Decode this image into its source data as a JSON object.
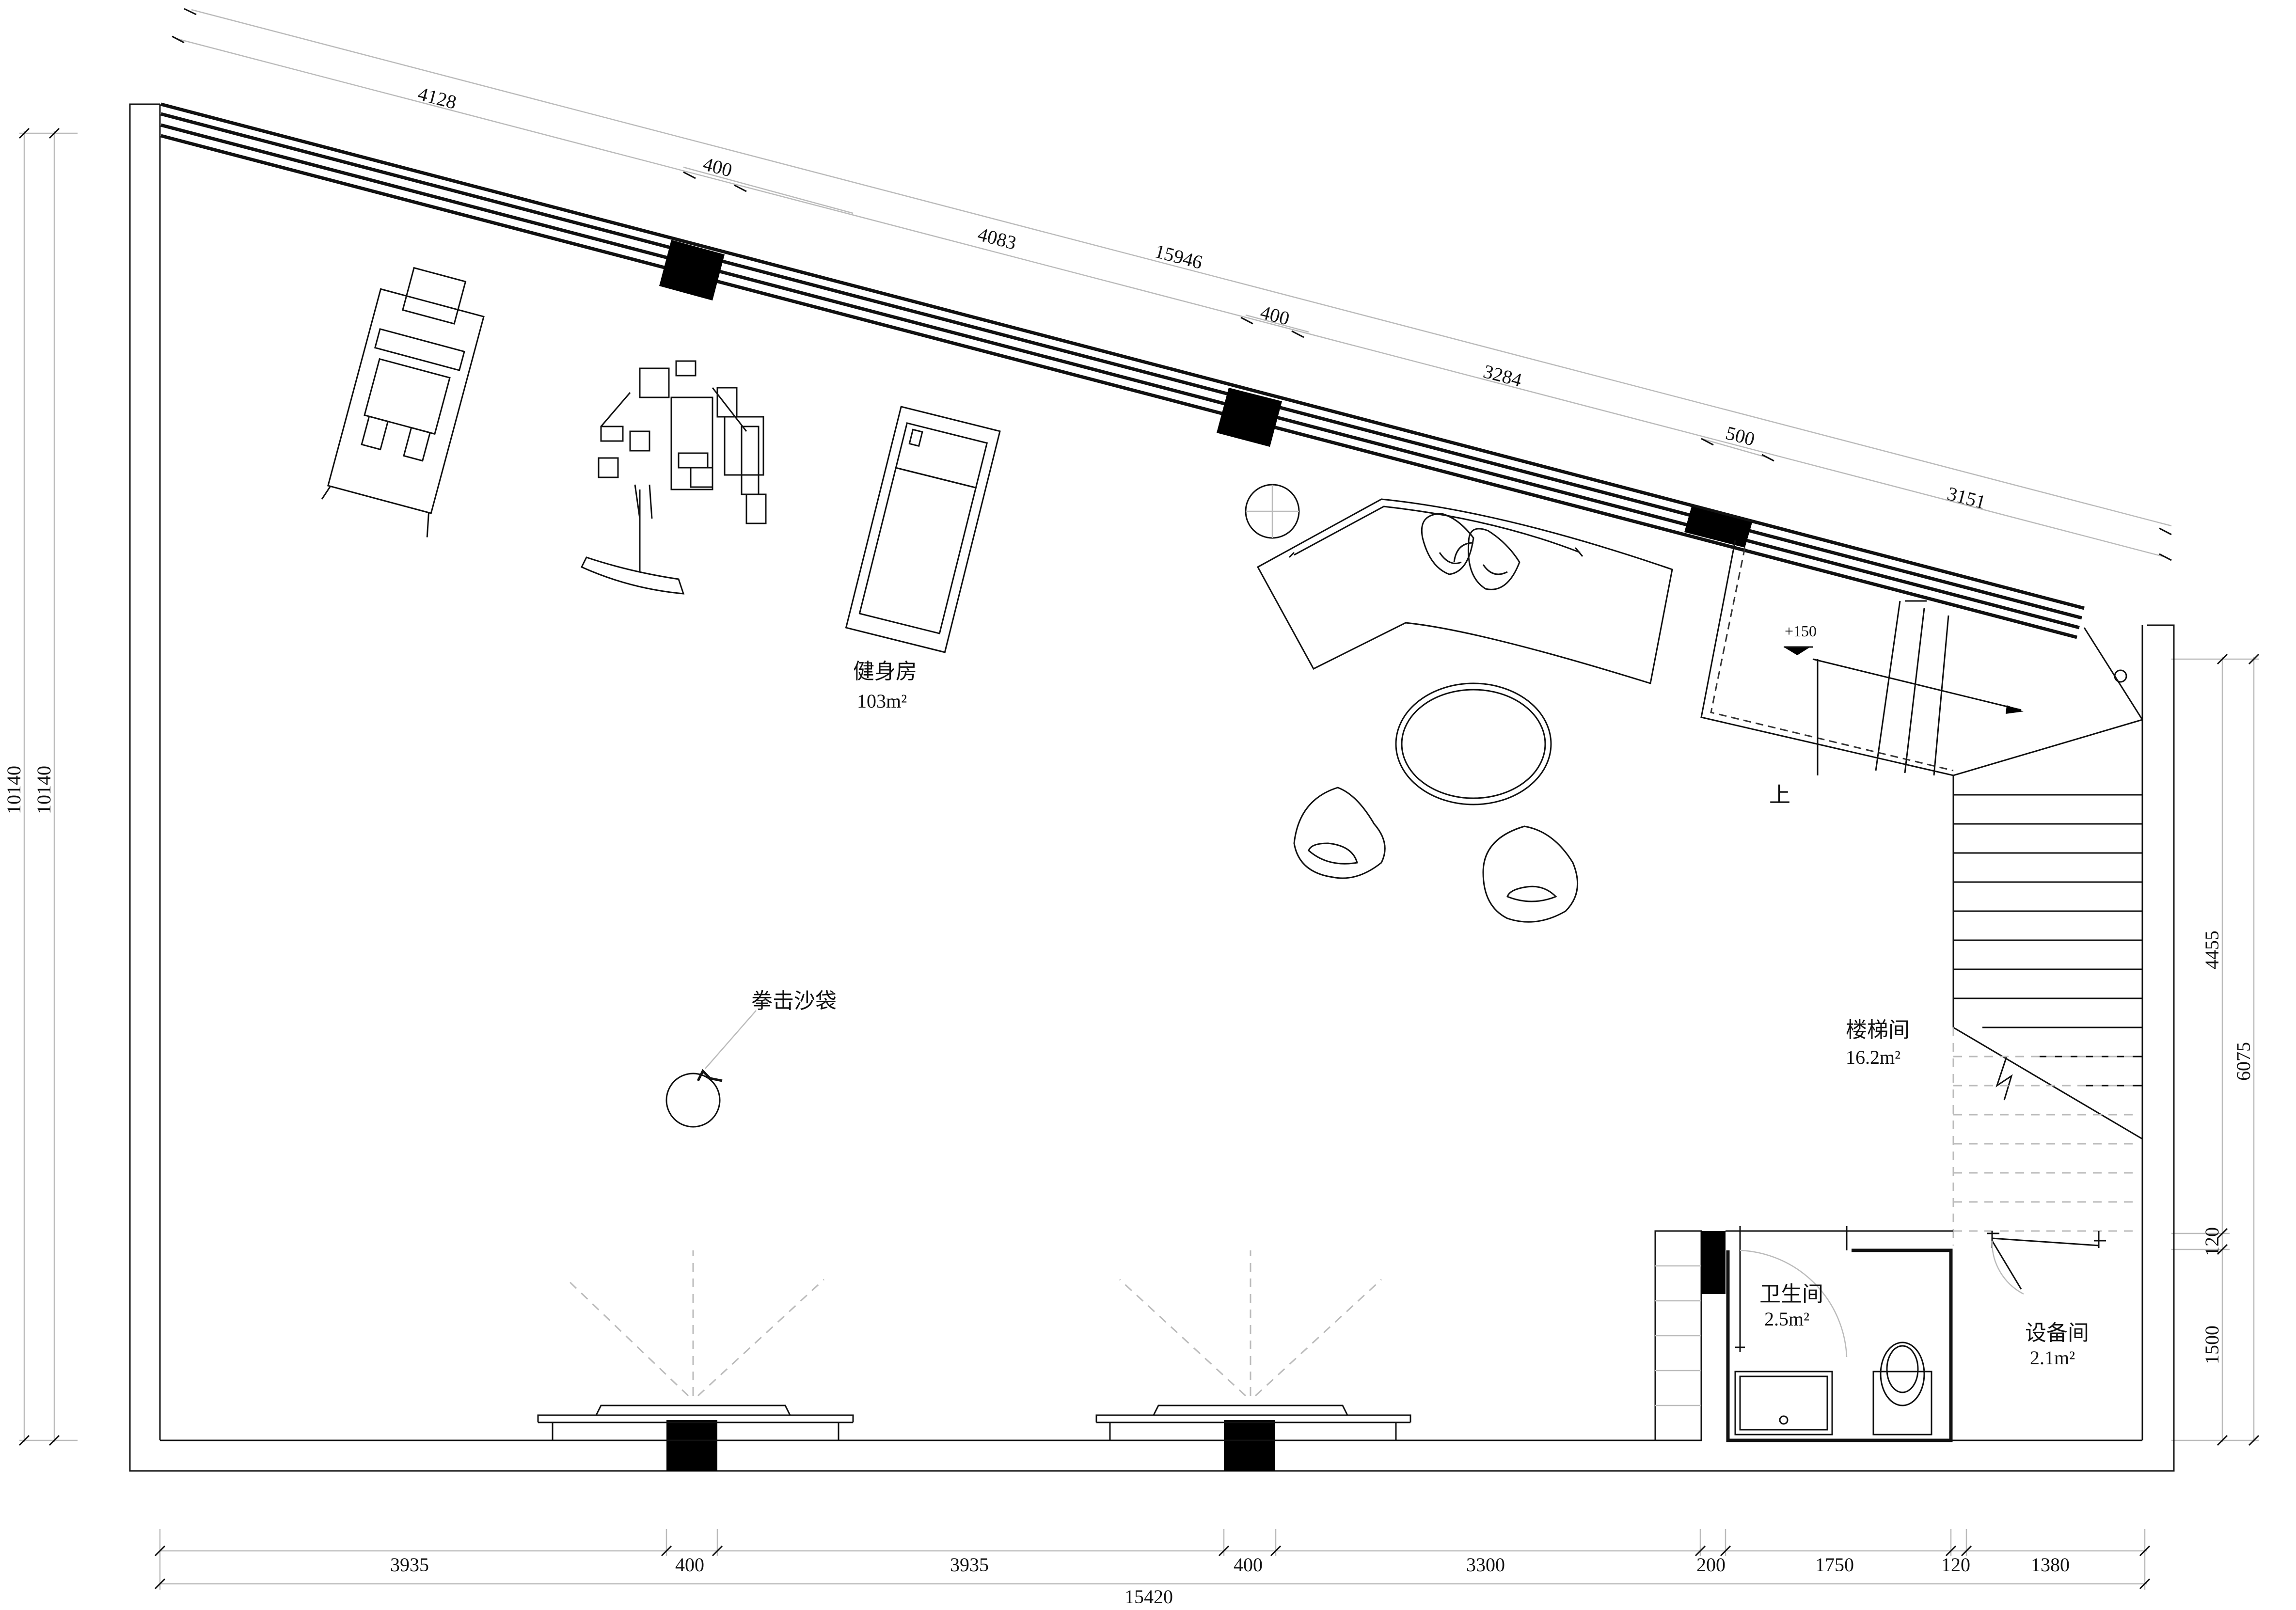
{
  "plan": {
    "rooms": {
      "gym": {
        "name": "健身房",
        "area": "103m²"
      },
      "boxing": {
        "name": "拳击沙袋"
      },
      "stair": {
        "name": "楼梯间",
        "area": "16.2m²"
      },
      "wc": {
        "name": "卫生间",
        "area": "2.5m²"
      },
      "equip": {
        "name": "设备间",
        "area": "2.1m²"
      }
    },
    "level_mark": "+150",
    "up_mark": "上",
    "dims": {
      "top": {
        "d1": "4128",
        "d2": "400",
        "d3": "4083",
        "d4": "400",
        "d5": "3284",
        "d6": "500",
        "d7": "3151",
        "total": "15946"
      },
      "bottom": {
        "d1": "3935",
        "d2": "400",
        "d3": "3935",
        "d4": "400",
        "d5": "3300",
        "d6": "200",
        "d7": "1750",
        "d8": "120",
        "d9": "1380",
        "total": "15420"
      },
      "left": {
        "a": "10140",
        "b": "10140"
      },
      "right": {
        "a": "4455",
        "b": "6075",
        "c": "120",
        "d": "1500"
      }
    }
  }
}
